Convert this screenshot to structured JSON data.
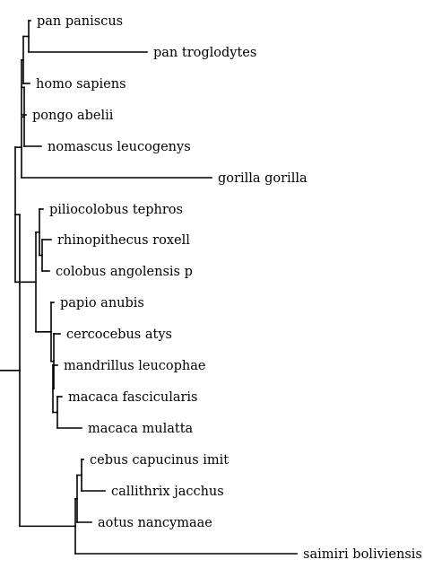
{
  "tree": {
    "taxa": [
      {
        "id": "pan_paniscus",
        "label": "pan paniscus"
      },
      {
        "id": "pan_troglodytes",
        "label": "pan troglodytes"
      },
      {
        "id": "homo_sapiens",
        "label": "homo sapiens"
      },
      {
        "id": "pongo_abelii",
        "label": "pongo abelii"
      },
      {
        "id": "nomascus_leucogenys",
        "label": "nomascus leucogenys"
      },
      {
        "id": "gorilla_gorilla",
        "label": "gorilla gorilla"
      },
      {
        "id": "piliocolobus_tephros",
        "label": "piliocolobus tephros"
      },
      {
        "id": "rhinopithecus_roxell",
        "label": "rhinopithecus roxell"
      },
      {
        "id": "colobus_angolensis_p",
        "label": "colobus angolensis p"
      },
      {
        "id": "papio_anubis",
        "label": "papio anubis"
      },
      {
        "id": "cercocebus_atys",
        "label": "cercocebus atys"
      },
      {
        "id": "mandrillus_leucophae",
        "label": "mandrillus leucophae"
      },
      {
        "id": "macaca_fascicularis",
        "label": "macaca fascicularis"
      },
      {
        "id": "macaca_mulatta",
        "label": "macaca mulatta"
      },
      {
        "id": "cebus_capucinus_imit",
        "label": "cebus capucinus imit"
      },
      {
        "id": "callithrix_jacchus",
        "label": "callithrix jacchus"
      },
      {
        "id": "aotus_nancymaae",
        "label": "aotus nancymaae"
      },
      {
        "id": "saimiri_boliviensis",
        "label": "saimiri boliviensis"
      }
    ]
  }
}
